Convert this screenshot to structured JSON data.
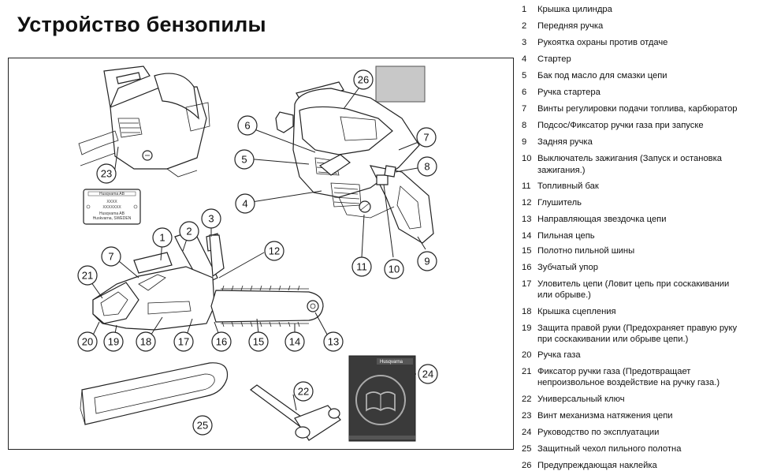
{
  "title": "Устройство бензопилы",
  "legend": [
    {
      "n": "1",
      "text": "Крышка цилиндра"
    },
    {
      "n": "2",
      "text": "Передняя ручка"
    },
    {
      "n": "3",
      "text": "Рукоятка охраны против отдаче"
    },
    {
      "n": "4",
      "text": "Стартер"
    },
    {
      "n": "5",
      "text": "Бак под масло для смазки цепи"
    },
    {
      "n": "6",
      "text": "Ручка стартера"
    },
    {
      "n": "7",
      "text": "Винты регулировки подачи топлива, карбюратор"
    },
    {
      "n": "8",
      "text": "Подсос/Фиксатор ручки газа при запуске"
    },
    {
      "n": "9",
      "text": "Задняя ручка"
    },
    {
      "n": "10",
      "text": "Выключатель зажигания (Запуск и остановка",
      "text2": "зажигания.)"
    },
    {
      "n": "11",
      "text": "Топливный бак"
    },
    {
      "n": "12",
      "text": "Глушитель"
    },
    {
      "n": "13",
      "text": "Направляющая звездочка цепи"
    },
    {
      "n": "14",
      "text": "Пильная цепь"
    },
    {
      "n": "15",
      "text": "Полотно пильной шины"
    },
    {
      "n": "16",
      "text": "Зубчатый упор"
    },
    {
      "n": "17",
      "text": "Уловитель цепи (Ловит цепь при соскакивании",
      "text2": "или обрыве.)"
    },
    {
      "n": "18",
      "text": "Крышка сцепления"
    },
    {
      "n": "19",
      "text": "Защита правой руки (Предохраняет правую руку",
      "text2": "при соскакивании или обрыве цепи.)"
    },
    {
      "n": "20",
      "text": "Ручка газа"
    },
    {
      "n": "21",
      "text": "Фиксатор ручки газа (Предотвращает",
      "text2": "непроизвольное воздействие на ручку газа.)"
    },
    {
      "n": "22",
      "text": "Универсальный ключ"
    },
    {
      "n": "23",
      "text": "Винт механизма натяжения цепи"
    },
    {
      "n": "24",
      "text": "Руководство по эксплуатации"
    },
    {
      "n": "25",
      "text": "Защитный чехол пильного полотна"
    },
    {
      "n": "26",
      "text": "Предупреждающая наклейка"
    }
  ],
  "plate": {
    "line1": "Husqvarna AB",
    "line2": "XXXX",
    "line3": "XXXXXXX",
    "line4": "Husqvarna AB",
    "line5": "Huskvarna, SWEDEN"
  },
  "manual_brand": "Husqvarna",
  "callouts": [
    "1",
    "2",
    "3",
    "4",
    "5",
    "6",
    "7",
    "8",
    "9",
    "10",
    "11",
    "12",
    "13",
    "14",
    "15",
    "16",
    "17",
    "18",
    "19",
    "20",
    "21",
    "22",
    "23",
    "24",
    "25",
    "26"
  ],
  "colors": {
    "warning_label": "#c8c8c8",
    "manual_cover": "#3a3a3a"
  }
}
